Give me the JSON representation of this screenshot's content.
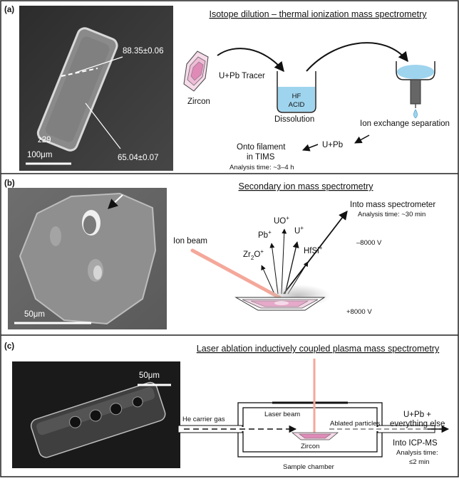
{
  "panels": {
    "a": {
      "letter": "(a)",
      "title": "Isotope dilution – thermal ionization mass spectrometry",
      "micrograph": {
        "age_top": "88.35±0.06",
        "age_bottom": "65.04±0.07",
        "sample": "z29",
        "scale": "100μm"
      },
      "zircon": "Zircon",
      "tracer": "U+Pb Tracer",
      "acid_line1": "HF",
      "acid_line2": "ACID",
      "dissolution": "Dissolution",
      "ion_exchange": "Ion exchange separation",
      "upb": "U+Pb",
      "filament_line1": "Onto filament",
      "filament_line2": "in TIMS",
      "analysis_time": "Analysis time: ~3–4 h"
    },
    "b": {
      "letter": "(b)",
      "title": "Secondary ion mass spectrometry",
      "scale": "50μm",
      "into_ms": "Into mass spectrometer",
      "analysis_time": "Analysis time: ~30 min",
      "ion_beam": "Ion beam",
      "voltage_neg": "–8000 V",
      "voltage_pos": "+8000 V",
      "ions": {
        "uo": {
          "base": "UO",
          "sup": "+",
          "sub": ""
        },
        "pb": {
          "base": "Pb",
          "sup": "+",
          "sub": ""
        },
        "u": {
          "base": "U",
          "sup": "+",
          "sub": ""
        },
        "zr": {
          "base": "Zr",
          "sub": "2",
          "tail": "O",
          "sup": "+"
        },
        "hf": {
          "base": "HfSi",
          "sup": "+",
          "sub": ""
        }
      }
    },
    "c": {
      "letter": "(c)",
      "title": "Laser ablation inductively coupled plasma mass spectrometry",
      "scale": "50μm",
      "laser_beam": "Laser beam",
      "he_gas": "He carrier gas",
      "ablated": "Ablated particles",
      "zircon": "Zircon",
      "chamber": "Sample chamber",
      "upb_line1": "U+Pb +",
      "upb_line2": "everything else",
      "into_icp": "Into ICP-MS",
      "analysis_line1": "Analysis time:",
      "analysis_line2": "≤2 min"
    }
  },
  "colors": {
    "micrograph_bg": "#3a3a3a",
    "laser": "#f4a89a",
    "acid": "#9fd4ee",
    "zircon": "#e8a8cc"
  }
}
